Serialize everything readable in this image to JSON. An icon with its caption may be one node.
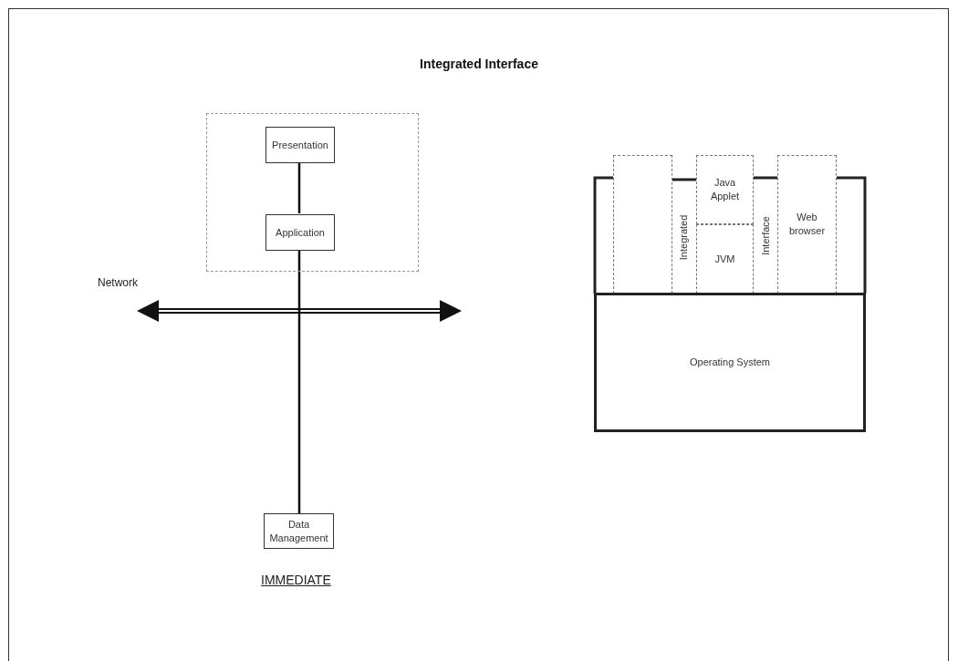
{
  "diagram": {
    "title": "Integrated Interface",
    "nodes": [
      {
        "text": [],
        "shape": "box"
      },
      {
        "text": [
          "Presentation"
        ],
        "in": 0
      },
      {
        "text": [
          "Application"
        ],
        "in": 0
      },
      {
        "text": [
          "Data Management"
        ]
      },
      {
        "text": [],
        "shape": "box"
      },
      {
        "text": [
          "Integrated"
        ]
      },
      {
        "text": [
          "Java Applet"
        ]
      },
      {
        "text": [
          "JVM"
        ]
      },
      {
        "text": [
          "Interface"
        ]
      },
      {
        "text": [
          "Web browser"
        ]
      },
      {
        "text": [
          "Operating System"
        ]
      }
    ],
    "edges": [
      {
        "from": 1,
        "to": 2,
        "arrow": "none"
      },
      {
        "from": 2,
        "to": 3,
        "arrow": "none"
      }
    ],
    "labels": [
      "Network",
      "IMMEDIATE"
    ]
  }
}
